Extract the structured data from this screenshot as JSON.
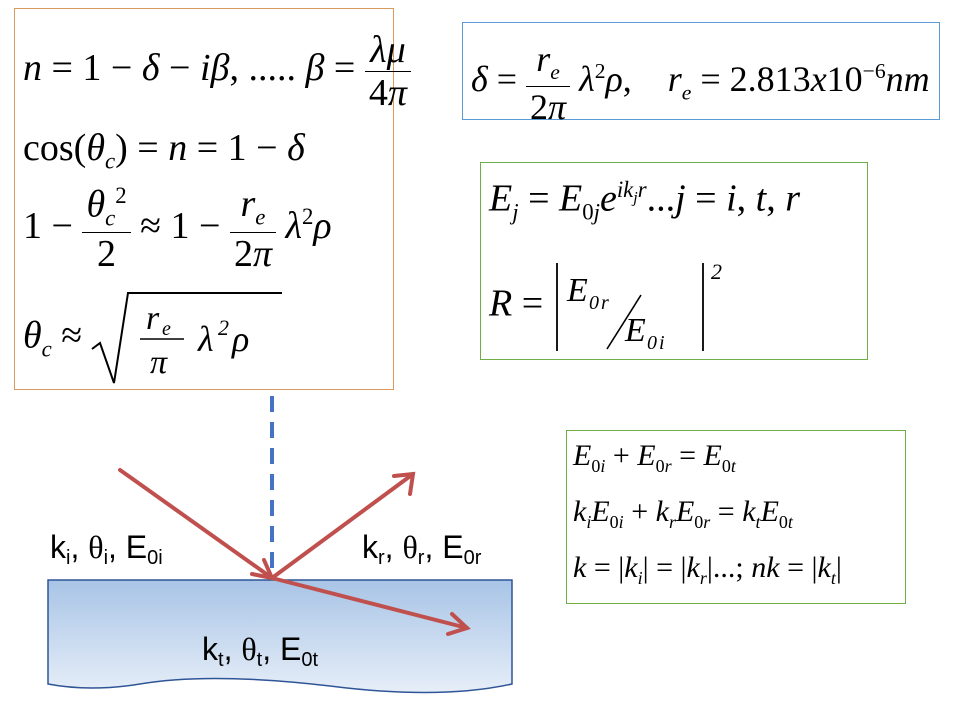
{
  "left_box": {
    "eq1": "n = 1 − δ − iβ, ..... β = λμ / 4π",
    "eq2": "cos(θc) = n = 1 − δ",
    "eq3": "1 − θc² / 2 ≈ 1 − re / 2π λ²ρ",
    "eq4": "θc ≈ √( re / π λ²ρ )"
  },
  "top_right_box": {
    "eq1": "δ = re / 2π λ²ρ,   re = 2.813x10⁻⁶ nm"
  },
  "mid_right_box": {
    "eq1": "Ej = E0j e^(ikj r) ...j = i, t, r",
    "eq2": "R = | E0r / E0i |²"
  },
  "bottom_right_box": {
    "eq1": "E0i + E0r = E0t",
    "eq2": "ki E0i + kr E0r = kt E0t",
    "eq3": "k = |ki| = |kr|...; nk = |kt|"
  },
  "labels": {
    "incident": "ki, θi, E0i",
    "reflected": "kr, θr, E0r",
    "transmitted": "kt, θt, E0t"
  },
  "colors": {
    "ray": "#c0504d",
    "normal_line": "#4472c4",
    "surface_top": "#a8c4e6",
    "surface_bottom": "#e6eef8",
    "surface_edge": "#2f5597",
    "box_orange": "#d99a5e",
    "box_blue": "#5b9bd5",
    "box_green": "#70ad47"
  }
}
